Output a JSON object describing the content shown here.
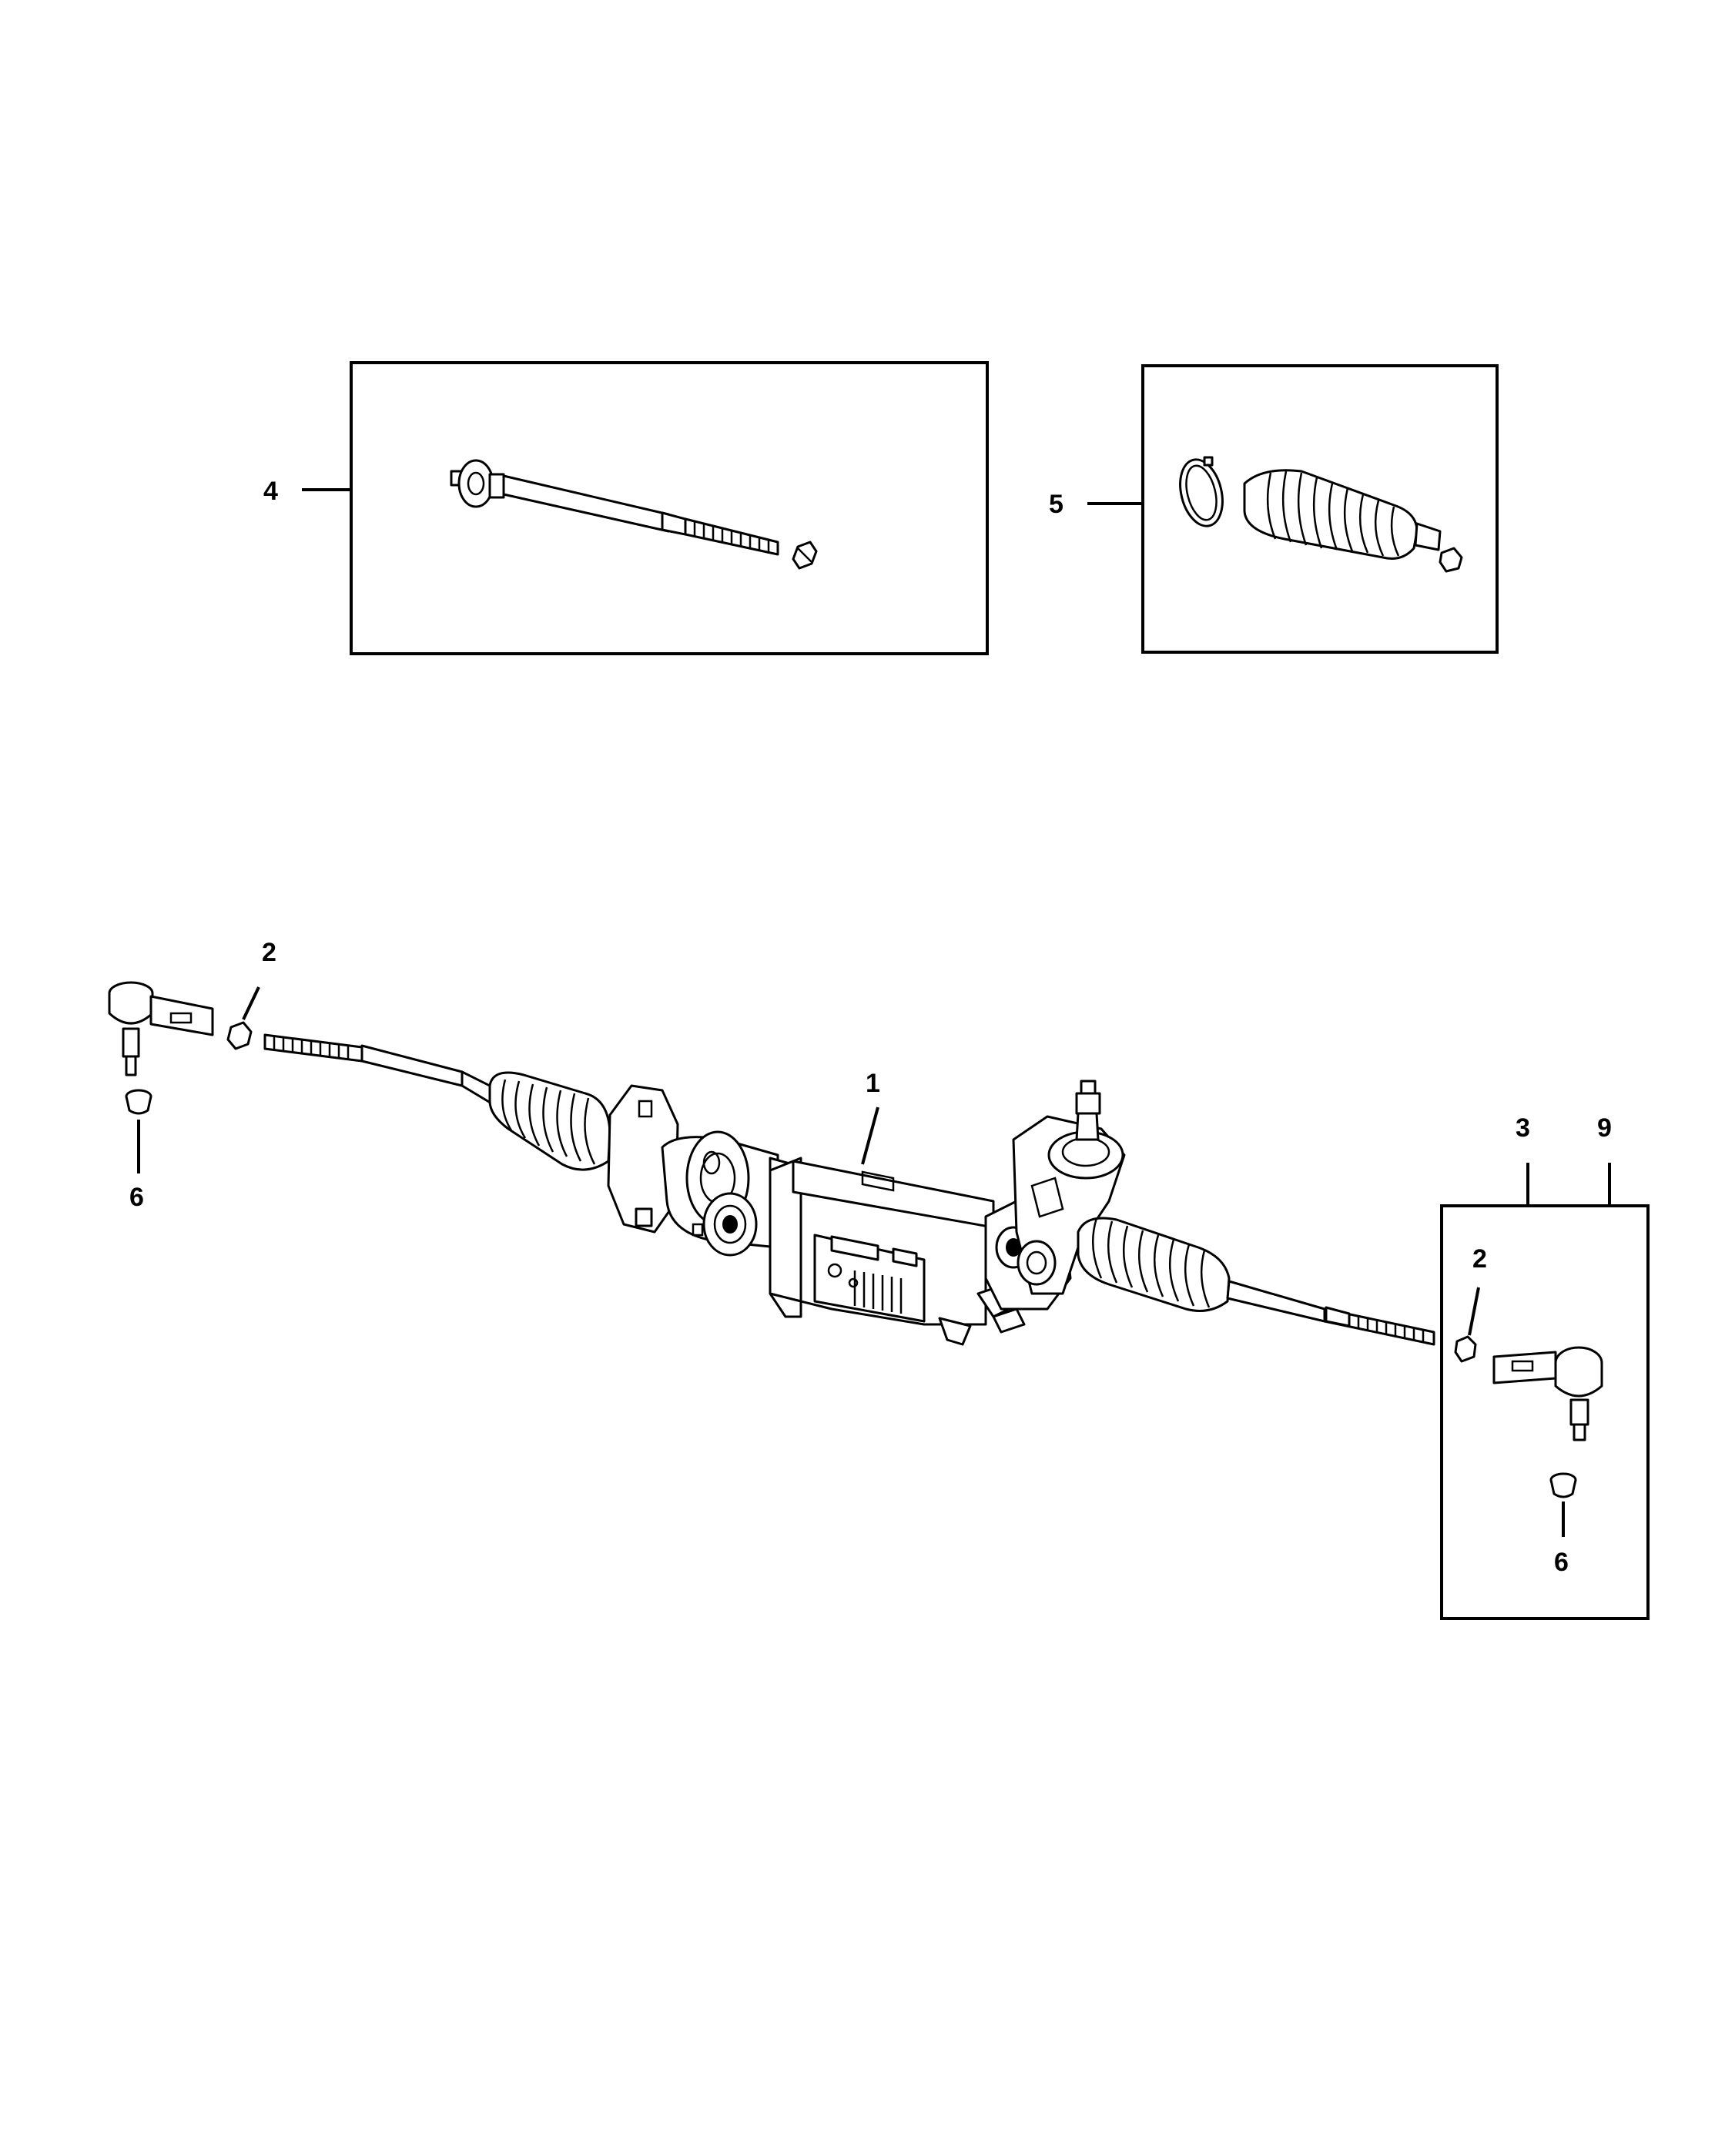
{
  "callouts": {
    "rack_gear": "1",
    "nut_left": "2",
    "nut_right": "2",
    "tie_rod_end_kit": "3",
    "inner_tie_rod": "4",
    "boot_kit": "5",
    "cotter_left": "6",
    "cotter_right": "6",
    "tie_rod_end_alt": "9"
  }
}
